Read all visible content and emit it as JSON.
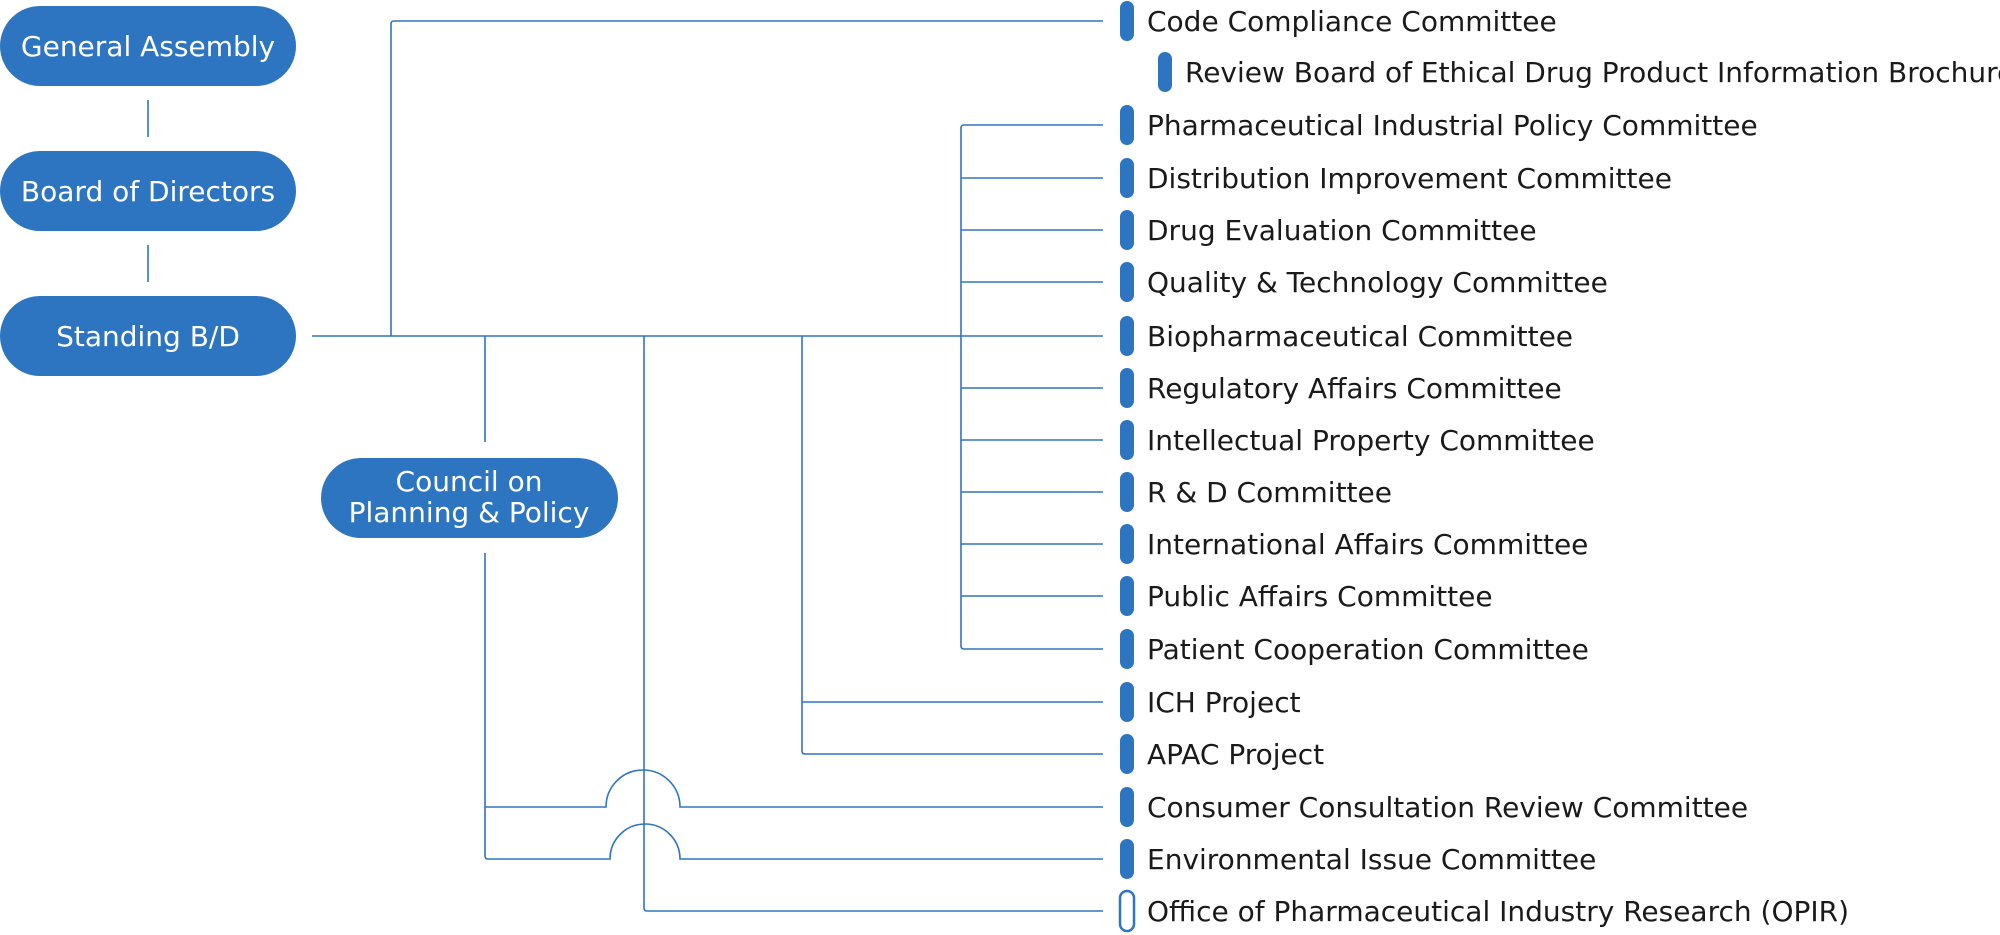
{
  "colors": {
    "accent": "#2e75c1",
    "text": "#1a1a1a",
    "background": "#ffffff"
  },
  "hierarchy": {
    "general_assembly": "General Assembly",
    "board_of_directors": "Board of Directors",
    "standing_bd": "Standing B/D",
    "council_line1": "Council on",
    "council_line2": "Planning & Policy"
  },
  "items": [
    {
      "label": "Code Compliance Committee",
      "marker": "filled"
    },
    {
      "label": "Review Board of Ethical Drug Product Information Brochure",
      "marker": "filled"
    },
    {
      "label": "Pharmaceutical Industrial Policy Committee",
      "marker": "filled"
    },
    {
      "label": "Distribution Improvement Committee",
      "marker": "filled"
    },
    {
      "label": "Drug Evaluation Committee",
      "marker": "filled"
    },
    {
      "label": "Quality & Technology Committee",
      "marker": "filled"
    },
    {
      "label": "Biopharmaceutical Committee",
      "marker": "filled"
    },
    {
      "label": "Regulatory Affairs Committee",
      "marker": "filled"
    },
    {
      "label": "Intellectual Property Committee",
      "marker": "filled"
    },
    {
      "label": "R & D Committee",
      "marker": "filled"
    },
    {
      "label": "International Affairs Committee",
      "marker": "filled"
    },
    {
      "label": "Public Affairs Committee",
      "marker": "filled"
    },
    {
      "label": "Patient Cooperation Committee",
      "marker": "filled"
    },
    {
      "label": "ICH Project",
      "marker": "filled"
    },
    {
      "label": "APAC Project",
      "marker": "filled"
    },
    {
      "label": "Consumer Consultation Review Committee",
      "marker": "filled"
    },
    {
      "label": "Environmental Issue Committee",
      "marker": "filled"
    },
    {
      "label": "Office of Pharmaceutical Industry Research (OPIR)",
      "marker": "outline"
    }
  ]
}
